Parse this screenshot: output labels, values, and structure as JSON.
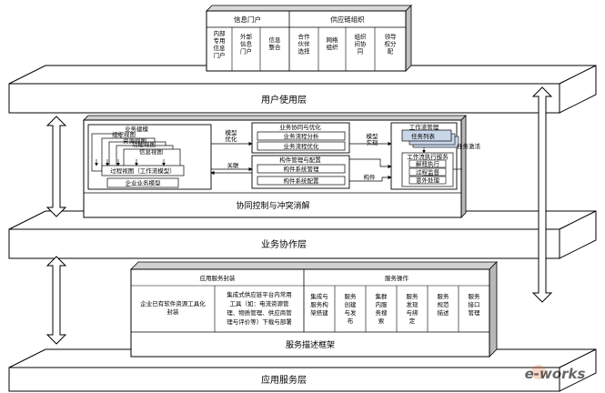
{
  "layers": {
    "user": "用户使用层",
    "business": "业务协作层",
    "application": "应用服务层"
  },
  "portal": {
    "info_portal": "信息门户",
    "supply_chain": "供应链组织",
    "cells": [
      [
        "内部",
        "专用",
        "信息",
        "门户"
      ],
      [
        "外部",
        "信息",
        "门户"
      ],
      [
        "信息",
        "整合"
      ],
      [
        "合作",
        "伙伴",
        "选择"
      ],
      [
        "网络",
        "组织"
      ],
      [
        "组织",
        "间协",
        "同"
      ],
      [
        "领导",
        "权分",
        "配"
      ]
    ]
  },
  "modeling": {
    "title": "业务建模",
    "views": [
      "组织视图",
      "资源视图",
      "功能视图",
      "信息视图"
    ],
    "process_view": "过程视图（工作流模型）",
    "enterprise_model": "企业业务模型"
  },
  "collab": {
    "title": "业务协同与优化",
    "analysis": "业务流程分析",
    "optimize": "业务流程优化",
    "component_mgmt": "构件管理与配置",
    "component_sys_mgmt": "构件系统管理",
    "component_sys_config": "构件系统配置"
  },
  "workflow": {
    "title": "工作流管理",
    "task_list": "任务列表",
    "task_trigger": "任务激活",
    "engine": "工作流执行服务",
    "explain": "解释执行",
    "process_monitor": "过程监督",
    "exception": "意外处理"
  },
  "flows": {
    "model_optimize": [
      "模型",
      "优化"
    ],
    "relation": "关联",
    "model_realize": [
      "模型",
      "实现"
    ],
    "component": "构件"
  },
  "conflict": "协同控制与冲突消解",
  "service_framework": {
    "encapsulation_title": "应用服务封装",
    "legacy": [
      "企业已有软件资源工具化",
      "封装"
    ],
    "integration": [
      "集成式供应链平台内常用",
      "工具（如：电流资源管",
      "理、物质管理、供应商管",
      "理与评价等）下载与部署"
    ],
    "operation_title": "服务操作",
    "ops": [
      [
        "集成与",
        "服务构",
        "架搭建"
      ],
      [
        "服务",
        "创建",
        "与发",
        "布"
      ],
      [
        "集群",
        "内服",
        "务搜",
        "索"
      ],
      [
        "服务",
        "发现",
        "与绑",
        "定"
      ],
      [
        "服务",
        "规范",
        "描述"
      ],
      [
        "服务",
        "接口",
        "管理"
      ]
    ],
    "footer": "服务描述框架"
  },
  "watermark": "e-works"
}
